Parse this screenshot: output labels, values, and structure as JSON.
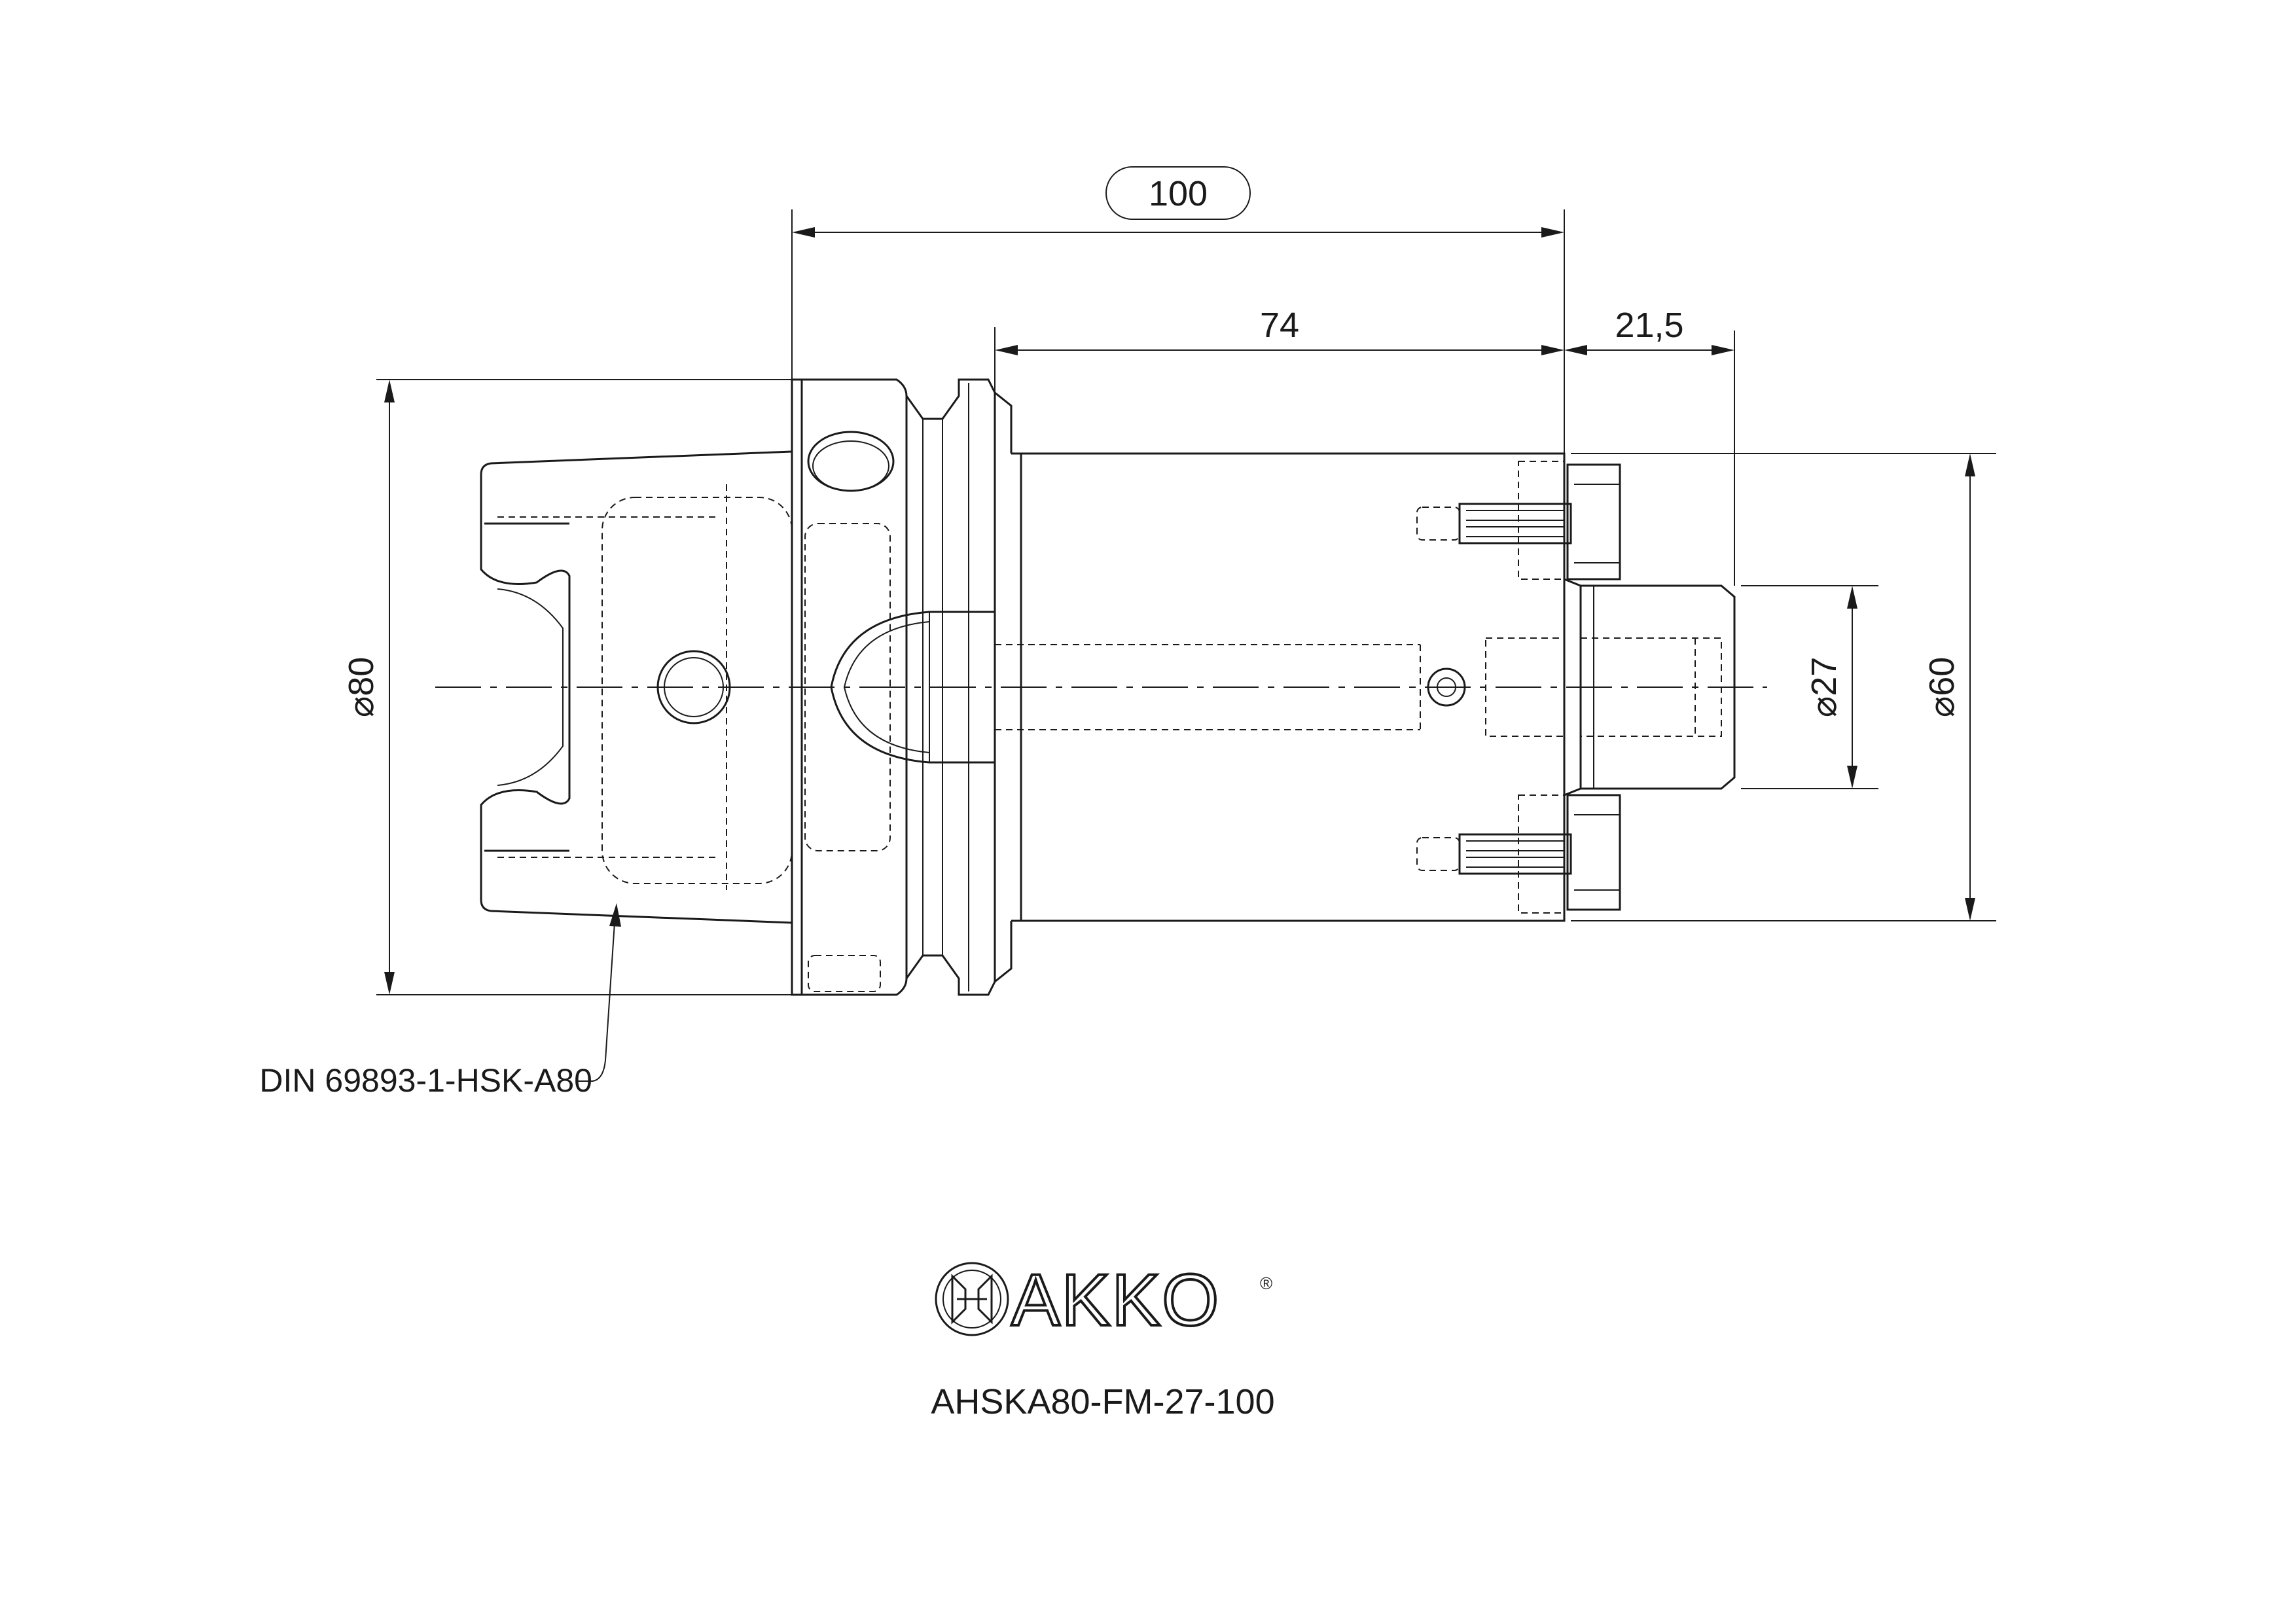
{
  "dimensions": {
    "overall_length": "100",
    "body_length": "74",
    "pilot_length": "21,5",
    "flange_diameter": "⌀80",
    "body_diameter": "⌀60",
    "pilot_diameter": "⌀27"
  },
  "callout": {
    "standard": "DIN 69893-1-HSK-A80"
  },
  "brand": {
    "name": "AKKO",
    "registered_mark": "®"
  },
  "part": {
    "code": "AHSKA80-FM-27-100"
  }
}
